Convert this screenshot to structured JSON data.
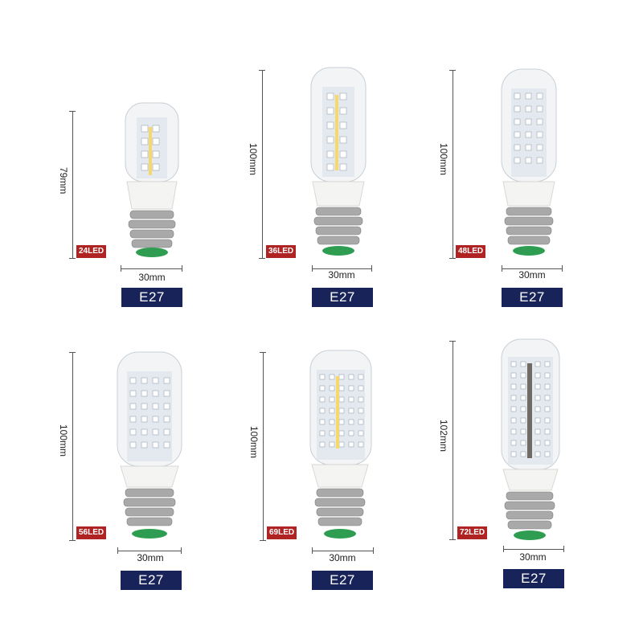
{
  "bulbs": [
    {
      "led_label": "24LED",
      "height_label": "79mm",
      "width_label": "30mm",
      "base_label": "E27"
    },
    {
      "led_label": "36LED",
      "height_label": "100mm",
      "width_label": "30mm",
      "base_label": "E27"
    },
    {
      "led_label": "48LED",
      "height_label": "100mm",
      "width_label": "30mm",
      "base_label": "E27"
    },
    {
      "led_label": "56LED",
      "height_label": "100mm",
      "width_label": "30mm",
      "base_label": "E27"
    },
    {
      "led_label": "69LED",
      "height_label": "100mm",
      "width_label": "30mm",
      "base_label": "E27"
    },
    {
      "led_label": "72LED",
      "height_label": "102mm",
      "width_label": "30mm",
      "base_label": "E27"
    }
  ],
  "colors": {
    "badge": "#18235a",
    "led_tag": "#b02323",
    "socket_tip": "#2e9d52"
  }
}
